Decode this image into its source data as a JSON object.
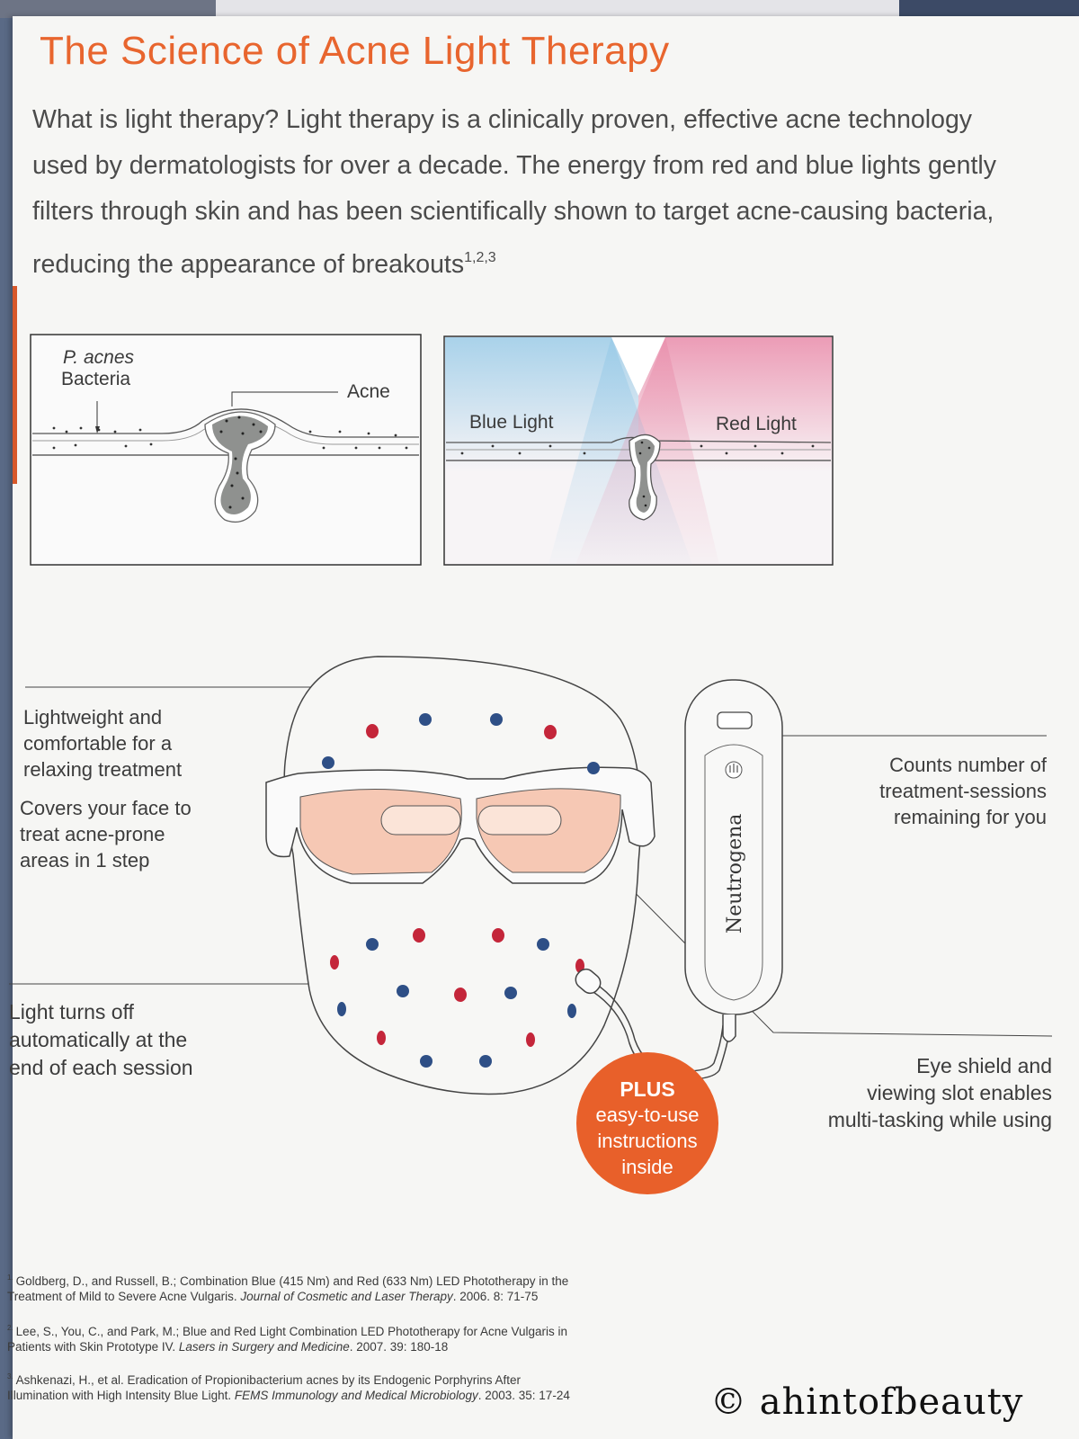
{
  "title": "The Science of Acne Light Therapy",
  "intro": {
    "text": "What is light therapy? Light therapy is a clinically proven, effective acne technology used by dermatologists for over a decade. The energy from red and blue lights gently filters through skin and has been scientifically shown to target acne-causing bacteria, reducing the appearance of breakouts",
    "superscript": "1,2,3"
  },
  "diagram_left": {
    "bacteria_label_1": "P. acnes",
    "bacteria_label_2": "Bacteria",
    "acne_label": "Acne"
  },
  "diagram_right": {
    "blue_label": "Blue Light",
    "red_label": "Red Light"
  },
  "features": {
    "lightweight": [
      "Lightweight and",
      "comfortable for a",
      "relaxing treatment"
    ],
    "covers": [
      "Covers your face to",
      "treat acne-prone",
      "areas in 1 step"
    ],
    "light_off": [
      "Light turns off",
      "automatically at the",
      "end of each session"
    ],
    "counts": [
      "Counts number of",
      "treatment-sessions",
      "remaining for you"
    ],
    "eye_shield": [
      "Eye shield and",
      "viewing slot enables",
      "multi-tasking while using"
    ]
  },
  "brand": "Neutrogena",
  "badge": {
    "plus": "PLUS",
    "line1": "easy-to-use",
    "line2": "instructions",
    "line3": "inside"
  },
  "references": [
    {
      "num": "1.",
      "line1": "Goldberg, D., and Russell, B.; Combination Blue (415 Nm) and Red (633 Nm) LED Phototherapy in the",
      "line2_plain": "Treatment of Mild to Severe Acne Vulgaris. ",
      "line2_italic": "Journal of Cosmetic and Laser Therapy",
      "line2_tail": ". 2006. 8: 71-75"
    },
    {
      "num": "2.",
      "line1": "Lee, S., You, C., and Park, M.; Blue and Red Light Combination LED Phototherapy for Acne Vulgaris in",
      "line2_plain": "Patients with Skin Prototype IV. ",
      "line2_italic": "Lasers in Surgery and Medicine",
      "line2_tail": ". 2007. 39: 180-18"
    },
    {
      "num": "3.",
      "line1": "Ashkenazi, H., et al. Eradication of Propionibacterium acnes by its Endogenic Porphyrins After",
      "line2_plain": "Illumination with High Intensity Blue Light. ",
      "line2_italic": "FEMS Immunology and Medical Microbiology",
      "line2_tail": ". 2003. 35: 17-24"
    }
  ],
  "watermark": "© ahintofbeauty",
  "colors": {
    "accent_orange": "#e8652e",
    "blue_dot": "#2e4f86",
    "red_dot": "#c4263a",
    "lens": "#f6c8b4",
    "blue_light": "#a9d2ea",
    "red_light": "#ec9cb6"
  }
}
